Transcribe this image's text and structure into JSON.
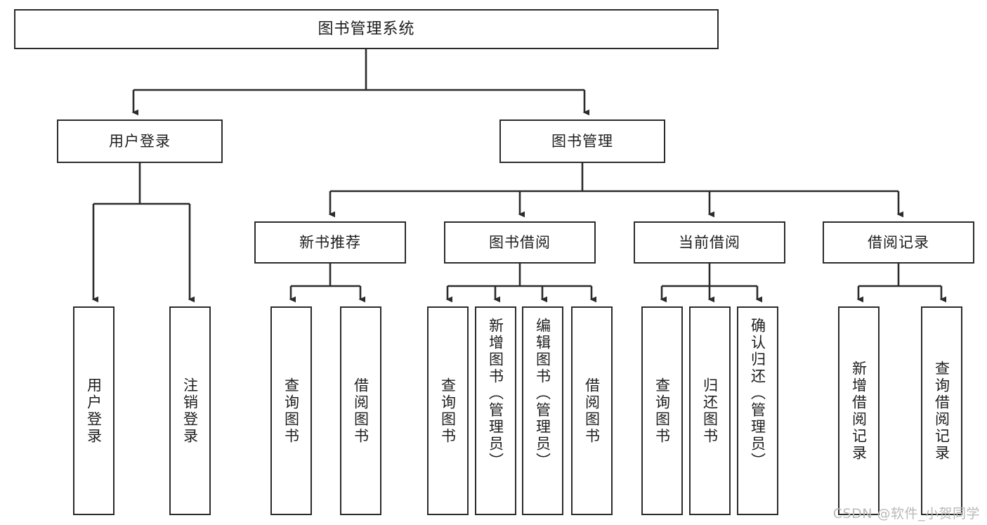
{
  "diagram": {
    "title": "图书管理系统",
    "type": "tree-hierarchy-functional-decomposition",
    "root": {
      "label": "图书管理系统"
    },
    "level2": [
      {
        "label": "用户登录"
      },
      {
        "label": "图书管理"
      }
    ],
    "level3": [
      {
        "label": "新书推荐"
      },
      {
        "label": "图书借阅"
      },
      {
        "label": "当前借阅"
      },
      {
        "label": "借阅记录"
      }
    ],
    "leaves": {
      "user_login": [
        {
          "label": "用户登录"
        },
        {
          "label": "注销登录"
        }
      ],
      "new_book_recommend": [
        {
          "label": "查询图书"
        },
        {
          "label": "借阅图书"
        }
      ],
      "book_borrow": [
        {
          "label": "查询图书"
        },
        {
          "label": "新增图书（管理员）"
        },
        {
          "label": "编辑图书（管理员）"
        },
        {
          "label": "借阅图书"
        }
      ],
      "current_borrow": [
        {
          "label": "查询图书"
        },
        {
          "label": "归还图书"
        },
        {
          "label": "确认归还（管理员）"
        }
      ],
      "borrow_record": [
        {
          "label": "新增借阅记录"
        },
        {
          "label": "查询借阅记录"
        }
      ]
    }
  },
  "watermark": {
    "text": "CSDN @软件_小贺同学"
  },
  "colors": {
    "border": "#2b2b2b",
    "text": "#1d1d1d",
    "background": "#ffffff",
    "watermark": "#b9b9b9"
  }
}
